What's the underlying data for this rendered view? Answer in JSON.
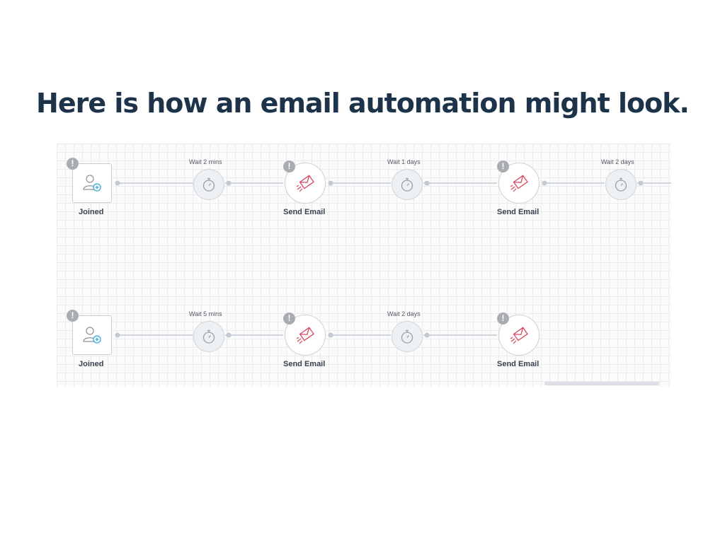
{
  "headline": "Here is how an email automation might look.",
  "workflows": [
    {
      "trigger": {
        "label": "Joined",
        "icon": "user-add-icon"
      },
      "steps": [
        {
          "type": "wait",
          "label": "Wait  2 mins",
          "icon": "stopwatch-icon"
        },
        {
          "type": "email",
          "label": "Send Email",
          "icon": "send-email-icon"
        },
        {
          "type": "wait",
          "label": "Wait  1 days",
          "icon": "stopwatch-icon"
        },
        {
          "type": "email",
          "label": "Send Email",
          "icon": "send-email-icon"
        },
        {
          "type": "wait",
          "label": "Wait  2 days",
          "icon": "stopwatch-icon"
        }
      ]
    },
    {
      "trigger": {
        "label": "Joined",
        "icon": "user-add-icon"
      },
      "steps": [
        {
          "type": "wait",
          "label": "Wait  5 mins",
          "icon": "stopwatch-icon"
        },
        {
          "type": "email",
          "label": "Send Email",
          "icon": "send-email-icon"
        },
        {
          "type": "wait",
          "label": "Wait  2 days",
          "icon": "stopwatch-icon"
        },
        {
          "type": "email",
          "label": "Send Email",
          "icon": "send-email-icon"
        }
      ]
    }
  ],
  "warning_glyph": "!",
  "colors": {
    "headline": "#1d3349",
    "email_icon": "#d9475e",
    "trigger_icon_accent": "#35a7d6",
    "connector": "#cfd6dd"
  }
}
